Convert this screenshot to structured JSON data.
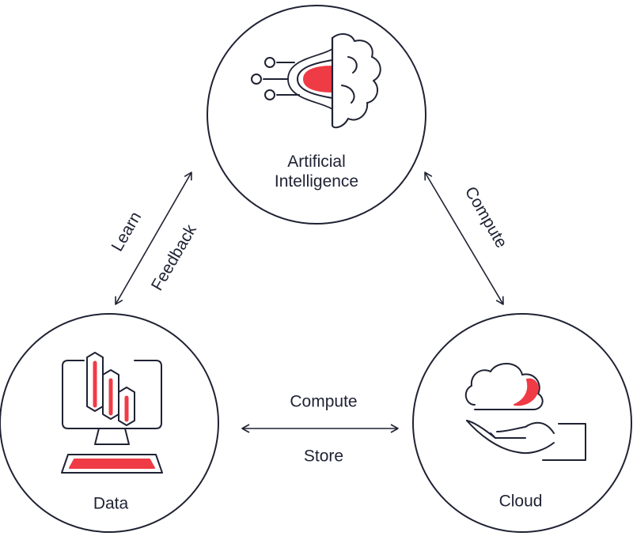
{
  "nodes": {
    "ai": {
      "line1": "Artificial",
      "line2": "Intelligence"
    },
    "data": {
      "label": "Data"
    },
    "cloud": {
      "label": "Cloud"
    }
  },
  "edges": {
    "ai_data": {
      "label_outer": "Learn",
      "label_inner": "Feedback"
    },
    "ai_cloud": {
      "label": "Compute"
    },
    "data_cloud": {
      "label_top": "Compute",
      "label_bottom": "Store"
    }
  },
  "colors": {
    "stroke": "#1f2233",
    "accent": "#ef3b45"
  },
  "icons": {
    "ai": "brain-circuit-icon",
    "data": "computer-bar-chart-icon",
    "cloud": "hand-cloud-icon"
  }
}
